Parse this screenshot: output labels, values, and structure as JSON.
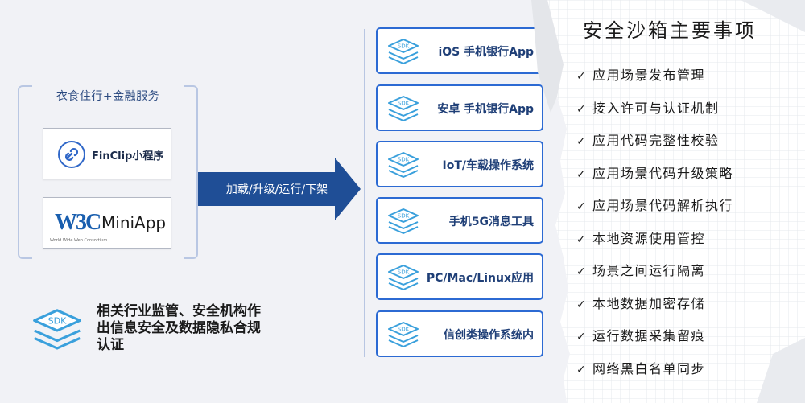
{
  "chart_data": {
    "type": "table",
    "left_group": {
      "title": "衣食住行+金融服务",
      "cards": [
        {
          "label": "FinClip小程序"
        },
        {
          "mark": "W3C",
          "sub": "World Wide Web Consortium",
          "label": "MiniApp"
        }
      ]
    },
    "arrow_label": "加载/升级/运行/下架",
    "sdk_text": "SDK",
    "platforms": [
      "iOS 手机银行App",
      "安卓 手机银行App",
      "IoT/车载操作系统",
      "手机5G消息工具",
      "PC/Mac/Linux应用",
      "信创类操作系统内"
    ],
    "note_lines": [
      "相关行业监管、安全机构作",
      "出信息安全及数据隐私合规",
      "认证"
    ],
    "checklist_title": "安全沙箱主要事项",
    "checklist": [
      "应用场景发布管理",
      "接入许可与认证机制",
      "应用代码完整性校验",
      "应用场景代码升级策略",
      "应用场景代码解析执行",
      "本地资源使用管控",
      "场景之间运行隔离",
      "本地数据加密存储",
      "运行数据采集留痕",
      "网络黑白名单同步"
    ]
  },
  "colors": {
    "accent": "#2c6ad3",
    "arrow": "#1f4e96",
    "paper": "#ffffff"
  }
}
